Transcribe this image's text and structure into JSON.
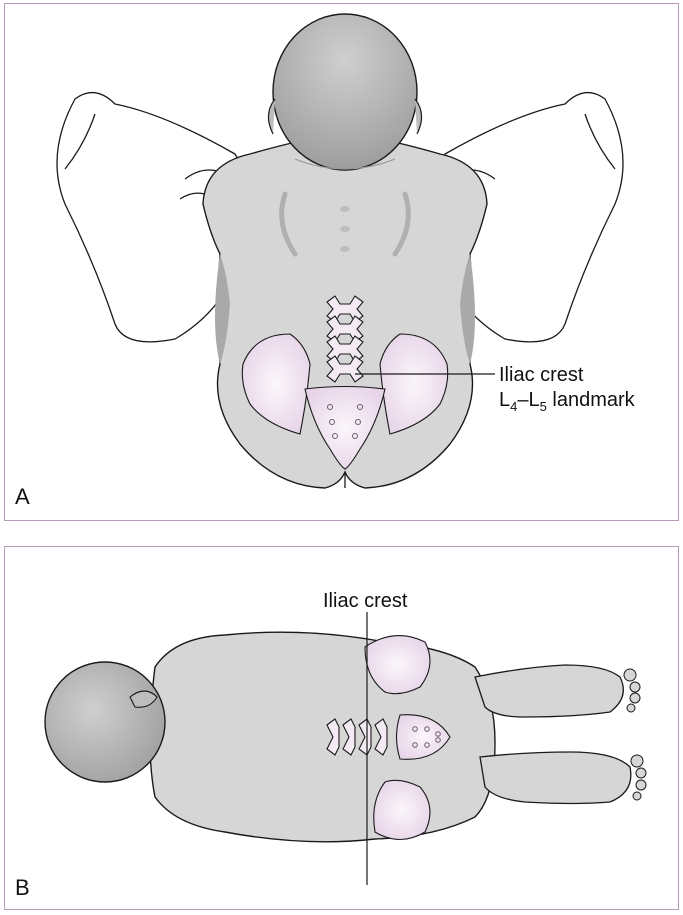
{
  "panel_a": {
    "letter": "A",
    "callout_line1": "Iliac crest",
    "callout_L": "L",
    "callout_sub1": "4",
    "callout_dash": "–L",
    "callout_sub2": "5",
    "callout_tail": " landmark"
  },
  "panel_b": {
    "letter": "B",
    "callout": "Iliac crest"
  },
  "colors": {
    "skin": "#d6d6d6",
    "skin_shadow": "#bdbdbd",
    "bone": "#f3eaf3",
    "bone_shade": "#e2cfe3",
    "border": "#b79ab5",
    "line": "#1a1a1a"
  }
}
